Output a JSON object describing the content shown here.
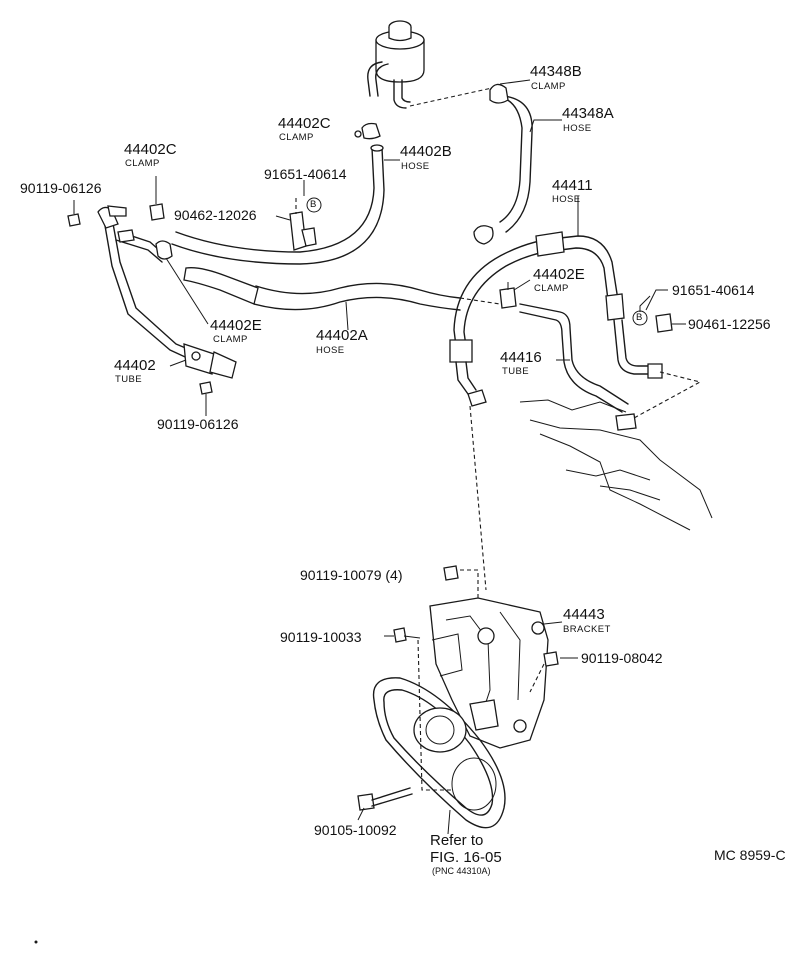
{
  "parts": {
    "p44348b": {
      "number": "44348B",
      "name": "CLAMP"
    },
    "p44348a": {
      "number": "44348A",
      "name": "HOSE"
    },
    "p44402c_top": {
      "number": "44402C",
      "name": "CLAMP"
    },
    "p44402b": {
      "number": "44402B",
      "name": "HOSE"
    },
    "p91651_left": {
      "number": "91651-40614"
    },
    "p90462": {
      "number": "90462-12026"
    },
    "p44402c_left": {
      "number": "44402C",
      "name": "CLAMP"
    },
    "p90119_06126_top": {
      "number": "90119-06126"
    },
    "p44402e_left": {
      "number": "44402E",
      "name": "CLAMP"
    },
    "p44402a": {
      "number": "44402A",
      "name": "HOSE"
    },
    "p44402": {
      "number": "44402",
      "name": "TUBE"
    },
    "p90119_06126_bottom": {
      "number": "90119-06126"
    },
    "p44411": {
      "number": "44411",
      "name": "HOSE"
    },
    "p44402e_right": {
      "number": "44402E",
      "name": "CLAMP"
    },
    "p91651_right": {
      "number": "91651-40614"
    },
    "p90461": {
      "number": "90461-12256"
    },
    "p44416": {
      "number": "44416",
      "name": "TUBE"
    },
    "p90119_10079": {
      "number": "90119-10079 (4)"
    },
    "p44443": {
      "number": "44443",
      "name": "BRACKET"
    },
    "p90119_10033": {
      "number": "90119-10033"
    },
    "p90119_08042": {
      "number": "90119-08042"
    },
    "p90105_10092": {
      "number": "90105-10092"
    }
  },
  "symbol_b": "B",
  "reference": {
    "line1": "Refer to",
    "line2": "FIG. 16-05",
    "line3": "(PNC 44310A)"
  },
  "diagram_code": "MC 8959-C",
  "colors": {
    "ink": "#1a1a1a",
    "background": "#ffffff"
  }
}
